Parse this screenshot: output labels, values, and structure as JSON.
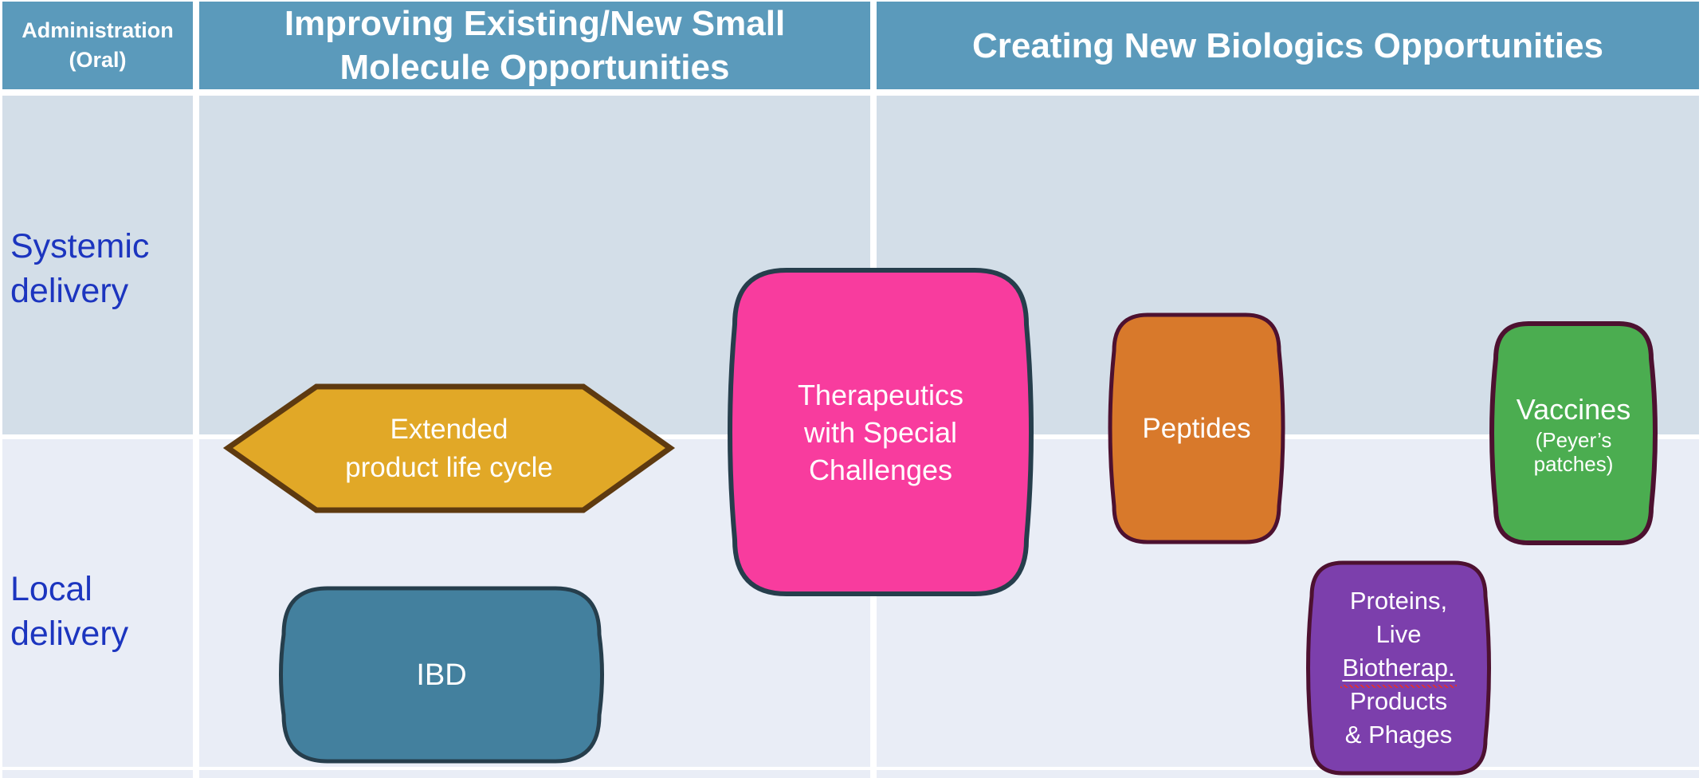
{
  "colors": {
    "header_blue": "#5B9ABB",
    "row1_bg": "#D3DEE8",
    "row2_bg": "#E9EDF6",
    "row_label_blue": "#1C35BF",
    "hexagon_fill": "#E1A827",
    "hexagon_border": "#5E3A10",
    "therapeutics_fill": "#F83C9E",
    "therapeutics_border": "#263E4C",
    "peptides_fill": "#D8792B",
    "peptides_border": "#4D1130",
    "vaccines_fill": "#4BAD50",
    "vaccines_border": "#4D1130",
    "proteins_fill": "#7C3FAC",
    "proteins_border": "#4D1130",
    "ibd_fill": "#43809E",
    "ibd_border": "#263E4C"
  },
  "header": {
    "admin": {
      "line1": "Administration",
      "line2": "(Oral)"
    },
    "small_molecule": {
      "line1": "Improving Existing/New Small",
      "line2": "Molecule Opportunities"
    },
    "biologics": {
      "label": "Creating New Biologics Opportunities"
    }
  },
  "rows": {
    "systemic": {
      "line1": "Systemic",
      "line2": "delivery"
    },
    "local": {
      "line1": "Local",
      "line2": "delivery"
    }
  },
  "shapes": {
    "extended": {
      "line1": "Extended",
      "line2": "product life cycle"
    },
    "therapeutics": {
      "line1": "Therapeutics",
      "line2": "with Special",
      "line3": "Challenges"
    },
    "peptides": {
      "label": "Peptides"
    },
    "vaccines": {
      "title": "Vaccines",
      "sub1": "(Peyer’s",
      "sub2": "patches)"
    },
    "proteins": {
      "line1": "Proteins,",
      "line2": "Live",
      "line3": "Biotherap.",
      "line4": "Products",
      "line5": "& Phages"
    },
    "ibd": {
      "label": "IBD"
    }
  }
}
